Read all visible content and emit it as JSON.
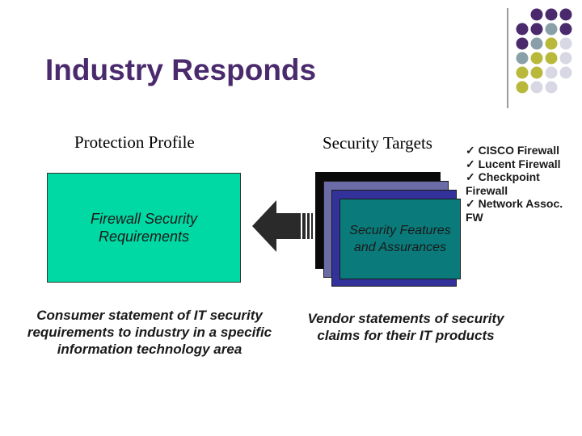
{
  "slide": {
    "title": "Industry Responds",
    "protection_profile_label": "Protection Profile",
    "security_targets_label": "Security Targets",
    "pp_box_text": "Firewall Security Requirements",
    "st_box_text": "Security Features and Assurances",
    "vendors": [
      "✓ CISCO Firewall",
      "✓ Lucent Firewall",
      "✓ Checkpoint Firewall",
      "✓ Network Assoc. FW"
    ],
    "left_caption": "Consumer statement of IT security requirements to industry in a specific information technology area",
    "right_caption": "Vendor statements of security claims for their IT products"
  },
  "colors": {
    "title": "#4a2a6c",
    "pp_box": "#00d9a3",
    "stack_front": "#0a7a7a",
    "stack_mid": "#32329a",
    "stack_back": "#6b6ba8",
    "dot_purple": "#4a2a6c",
    "dot_gray": "#8aa0a8",
    "dot_olive": "#b8b83a",
    "dot_light": "#d8d8e4"
  }
}
